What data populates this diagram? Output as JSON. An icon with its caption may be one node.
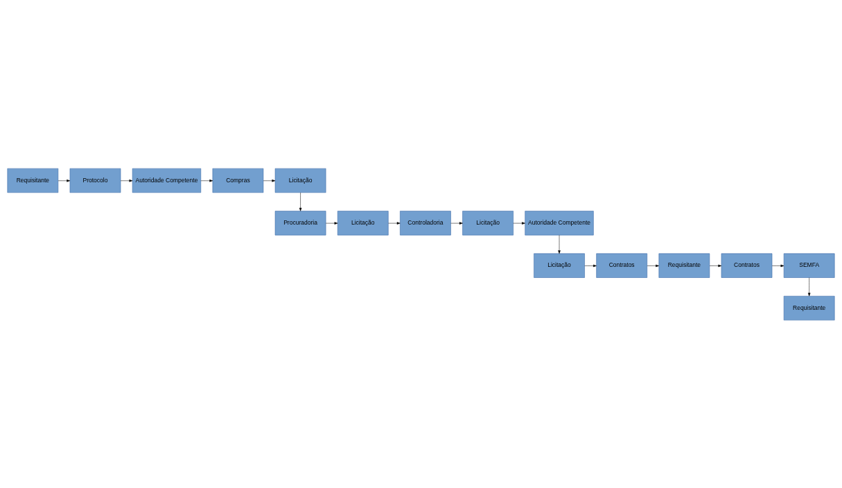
{
  "diagram": {
    "nodes": [
      {
        "text": [
          "Requisitante"
        ]
      },
      {
        "text": [
          "Protocolo"
        ]
      },
      {
        "text": [
          "Autoridade Competente"
        ]
      },
      {
        "text": [
          "Compras"
        ]
      },
      {
        "text": [
          "Licitação"
        ]
      },
      {
        "text": [
          "Procuradoria"
        ]
      },
      {
        "text": [
          "Licitação"
        ]
      },
      {
        "text": [
          "Controladoria"
        ]
      },
      {
        "text": [
          "Licitação"
        ]
      },
      {
        "text": [
          "Autoridade Competente"
        ]
      },
      {
        "text": [
          "Licitação"
        ]
      },
      {
        "text": [
          "Contratos"
        ]
      },
      {
        "text": [
          "Requisitante"
        ]
      },
      {
        "text": [
          "Contratos"
        ]
      },
      {
        "text": [
          "SEMFA"
        ]
      },
      {
        "text": [
          "Requisitante"
        ]
      }
    ],
    "edges": [
      {
        "from": 0,
        "to": 1,
        "arrow": "to"
      },
      {
        "from": 1,
        "to": 2,
        "arrow": "to"
      },
      {
        "from": 2,
        "to": 3,
        "arrow": "to"
      },
      {
        "from": 3,
        "to": 4,
        "arrow": "to"
      },
      {
        "from": 4,
        "to": 5,
        "arrow": "to"
      },
      {
        "from": 5,
        "to": 6,
        "arrow": "to"
      },
      {
        "from": 6,
        "to": 7,
        "arrow": "to"
      },
      {
        "from": 7,
        "to": 8,
        "arrow": "to"
      },
      {
        "from": 8,
        "to": 9,
        "arrow": "to"
      },
      {
        "from": 9,
        "to": 10,
        "arrow": "to"
      },
      {
        "from": 10,
        "to": 11,
        "arrow": "to"
      },
      {
        "from": 11,
        "to": 12,
        "arrow": "to"
      },
      {
        "from": 12,
        "to": 13,
        "arrow": "to"
      },
      {
        "from": 13,
        "to": 14,
        "arrow": "to"
      },
      {
        "from": 14,
        "to": 15,
        "arrow": "to"
      }
    ]
  }
}
